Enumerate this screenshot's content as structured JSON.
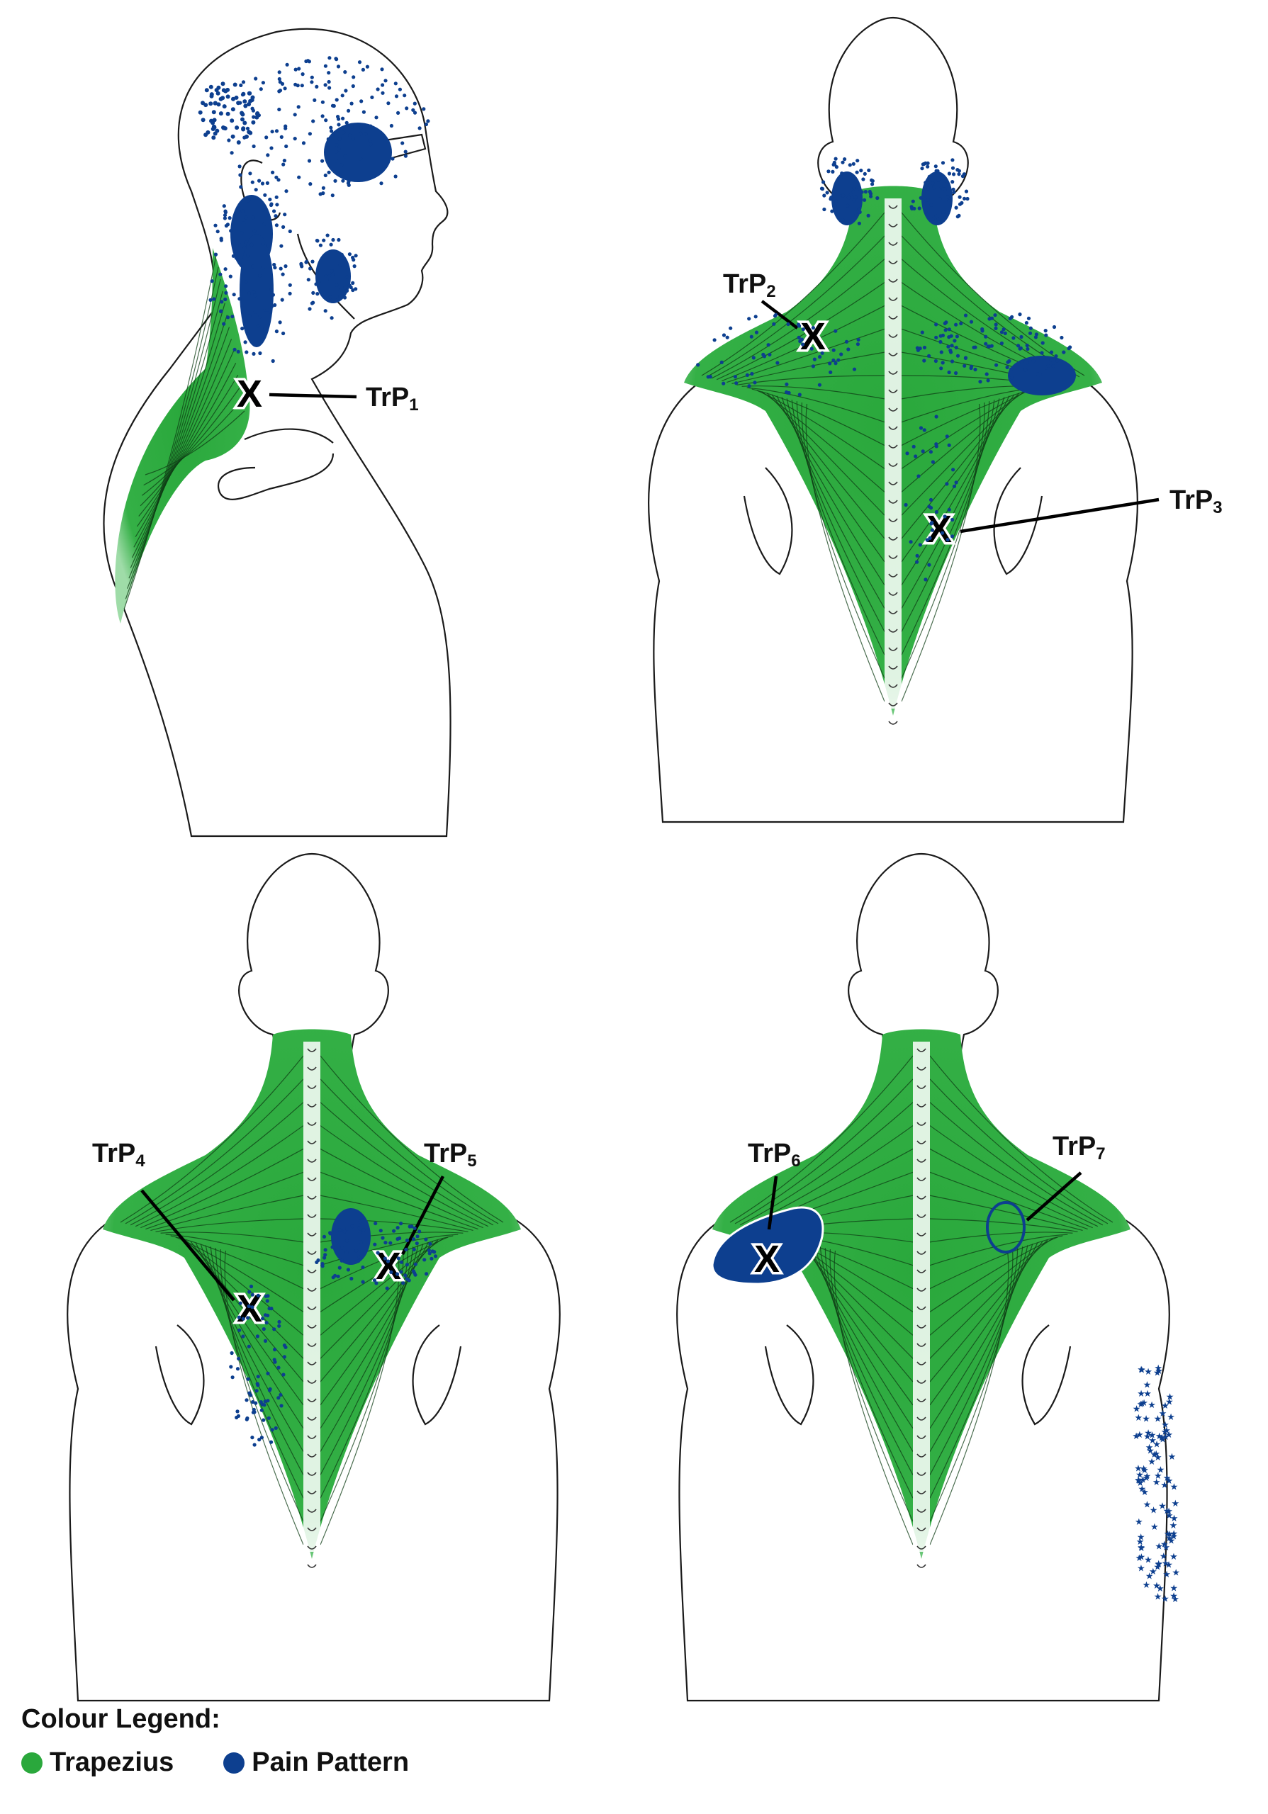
{
  "labels": {
    "trp1": {
      "main": "TrP",
      "sub": "1"
    },
    "trp2": {
      "main": "TrP",
      "sub": "2"
    },
    "trp3": {
      "main": "TrP",
      "sub": "3"
    },
    "trp4": {
      "main": "TrP",
      "sub": "4"
    },
    "trp5": {
      "main": "TrP",
      "sub": "5"
    },
    "trp6": {
      "main": "TrP",
      "sub": "6"
    },
    "trp7": {
      "main": "TrP",
      "sub": "7"
    }
  },
  "marker_glyph": "X",
  "legend": {
    "title": "Colour Legend:",
    "items": [
      {
        "label": "Trapezius",
        "color": "#2aa83c"
      },
      {
        "label": "Pain Pattern",
        "color": "#0d3f8f"
      }
    ]
  },
  "colors": {
    "muscle": "#2aa83c",
    "pain": "#0d3f8f",
    "outline": "#1a1a1a"
  }
}
